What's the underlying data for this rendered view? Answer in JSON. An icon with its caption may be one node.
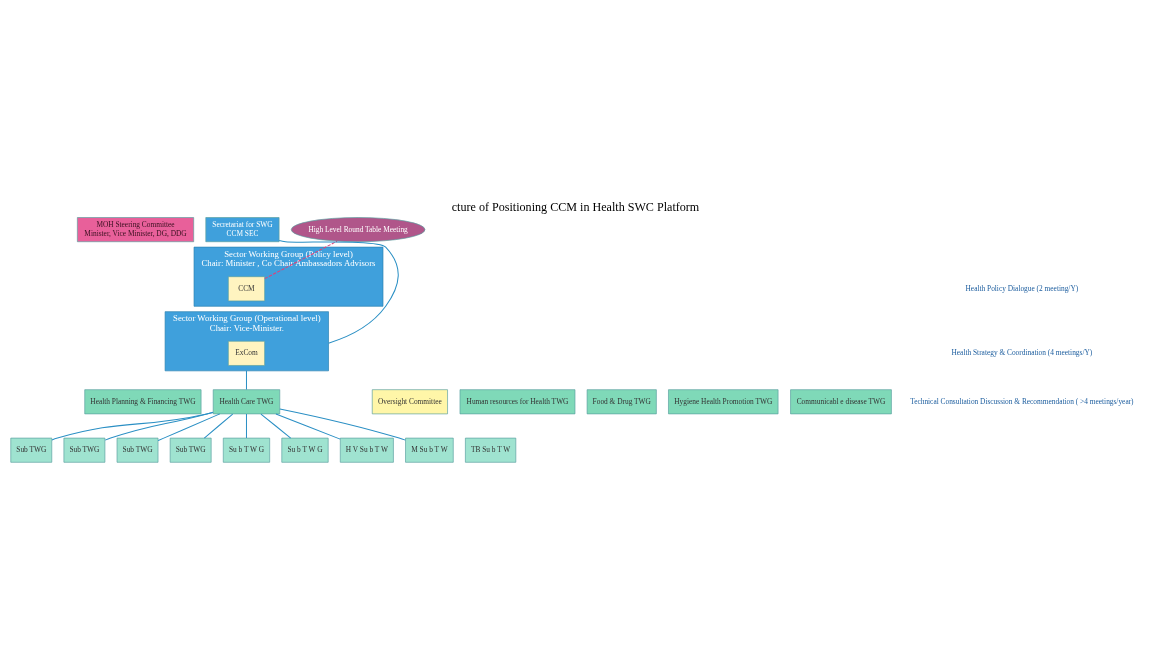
{
  "diagram": {
    "title": "cture of Positioning CCM in Health SWC Platform",
    "nodes": [
      {
        "text": [
          "MOH Steering Committee",
          "Minister, Vice Minister, DG, DDG"
        ]
      },
      {
        "text": [
          "High Level Round Table Meeting"
        ]
      },
      {
        "text": [
          "Sector Working Group (Policy level)",
          "Chair: Minister , Co Chair Ambassadors Advisors"
        ]
      },
      {
        "text": [
          "CCM"
        ],
        "in": 2
      },
      {
        "text": [
          "Sector Working Group (Operational level)",
          "Chair: Vice-Minister."
        ]
      },
      {
        "text": [
          "ExCom"
        ],
        "in": 4
      },
      {
        "text": [
          "Secretariat for SWG",
          "CCM SEC"
        ]
      },
      {
        "text": [
          "Health Planning & Financing TWG"
        ]
      },
      {
        "text": [
          "Human resources for Health TWG"
        ]
      },
      {
        "text": [
          "Food & Drug TWG"
        ]
      },
      {
        "text": [
          "Health Care TWG"
        ]
      },
      {
        "text": [
          "Hygiene Health Promotion TWG"
        ]
      },
      {
        "text": [
          "Communicabl e disease TWG"
        ]
      },
      {
        "text": [
          "Oversight Committee"
        ]
      },
      {
        "text": [
          "Sub TWG"
        ]
      },
      {
        "text": [
          "Sub TWG"
        ]
      },
      {
        "text": [
          "Sub TWG"
        ]
      },
      {
        "text": [
          "Sub TWG"
        ]
      },
      {
        "text": [
          "Su b T W G"
        ]
      },
      {
        "text": [
          "Su b T W G"
        ]
      },
      {
        "text": [
          "H V Su b T W"
        ]
      },
      {
        "text": [
          "TB Su b T W"
        ]
      },
      {
        "text": [
          "M Su b T W"
        ]
      }
    ],
    "edges": [
      {
        "from": 3,
        "to": 1,
        "arrow": "none",
        "style": "dashed",
        "color": "#e0407a"
      },
      {
        "from": 4,
        "to": 6,
        "arrow": "none"
      },
      {
        "from": 4,
        "to": 10,
        "arrow": "none"
      },
      {
        "from": 10,
        "to": 14,
        "arrow": "none"
      },
      {
        "from": 10,
        "to": 15,
        "arrow": "none"
      },
      {
        "from": 10,
        "to": 16,
        "arrow": "none"
      },
      {
        "from": 10,
        "to": 17,
        "arrow": "none"
      },
      {
        "from": 10,
        "to": 18,
        "arrow": "none"
      },
      {
        "from": 10,
        "to": 19,
        "arrow": "none"
      },
      {
        "from": 10,
        "to": 20,
        "arrow": "none"
      },
      {
        "from": 10,
        "to": 22,
        "arrow": "none"
      }
    ],
    "labels": [
      "Health Policy Dialogue (2 meeting/Y)",
      "Health Strategy & Coordination (4 meetings/Y)",
      "Technical Consultation Discussion & Recommendation ( >4 meetings/year)"
    ]
  }
}
